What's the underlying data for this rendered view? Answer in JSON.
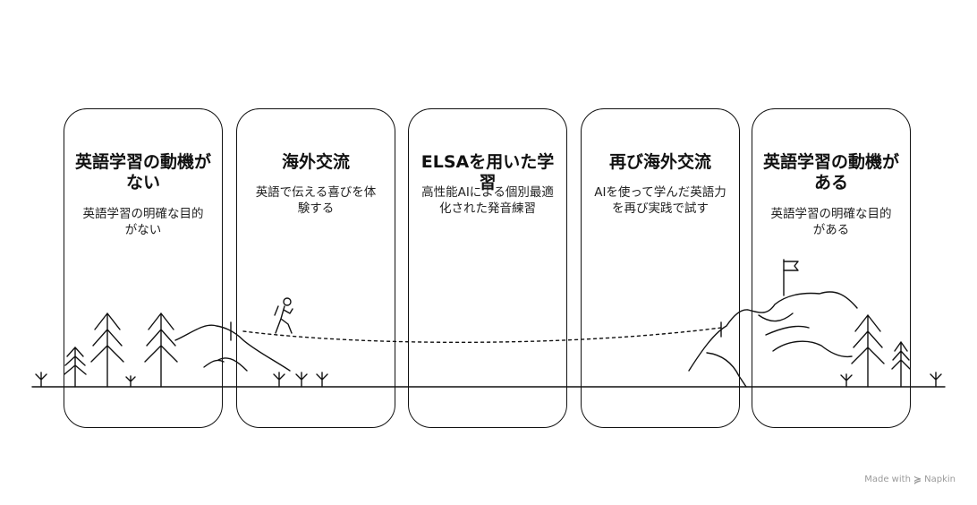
{
  "cards": [
    {
      "title": "英語学習の動機がない",
      "desc": "英語学習の明確な目的がない"
    },
    {
      "title": "海外交流",
      "desc": "英語で伝える喜びを体験する"
    },
    {
      "title": "ELSAを用いた学習",
      "desc": "高性能AIによる個別最適化された発音練習"
    },
    {
      "title": "再び海外交流",
      "desc": "AIを使って学んだ英語力を再び実践で試す"
    },
    {
      "title": "英語学習の動機がある",
      "desc": "英語学習の明確な目的がある"
    }
  ],
  "footer": {
    "made_with": "Made with",
    "brand": "Napkin",
    "brand_icon": "napkin-logo-icon"
  }
}
